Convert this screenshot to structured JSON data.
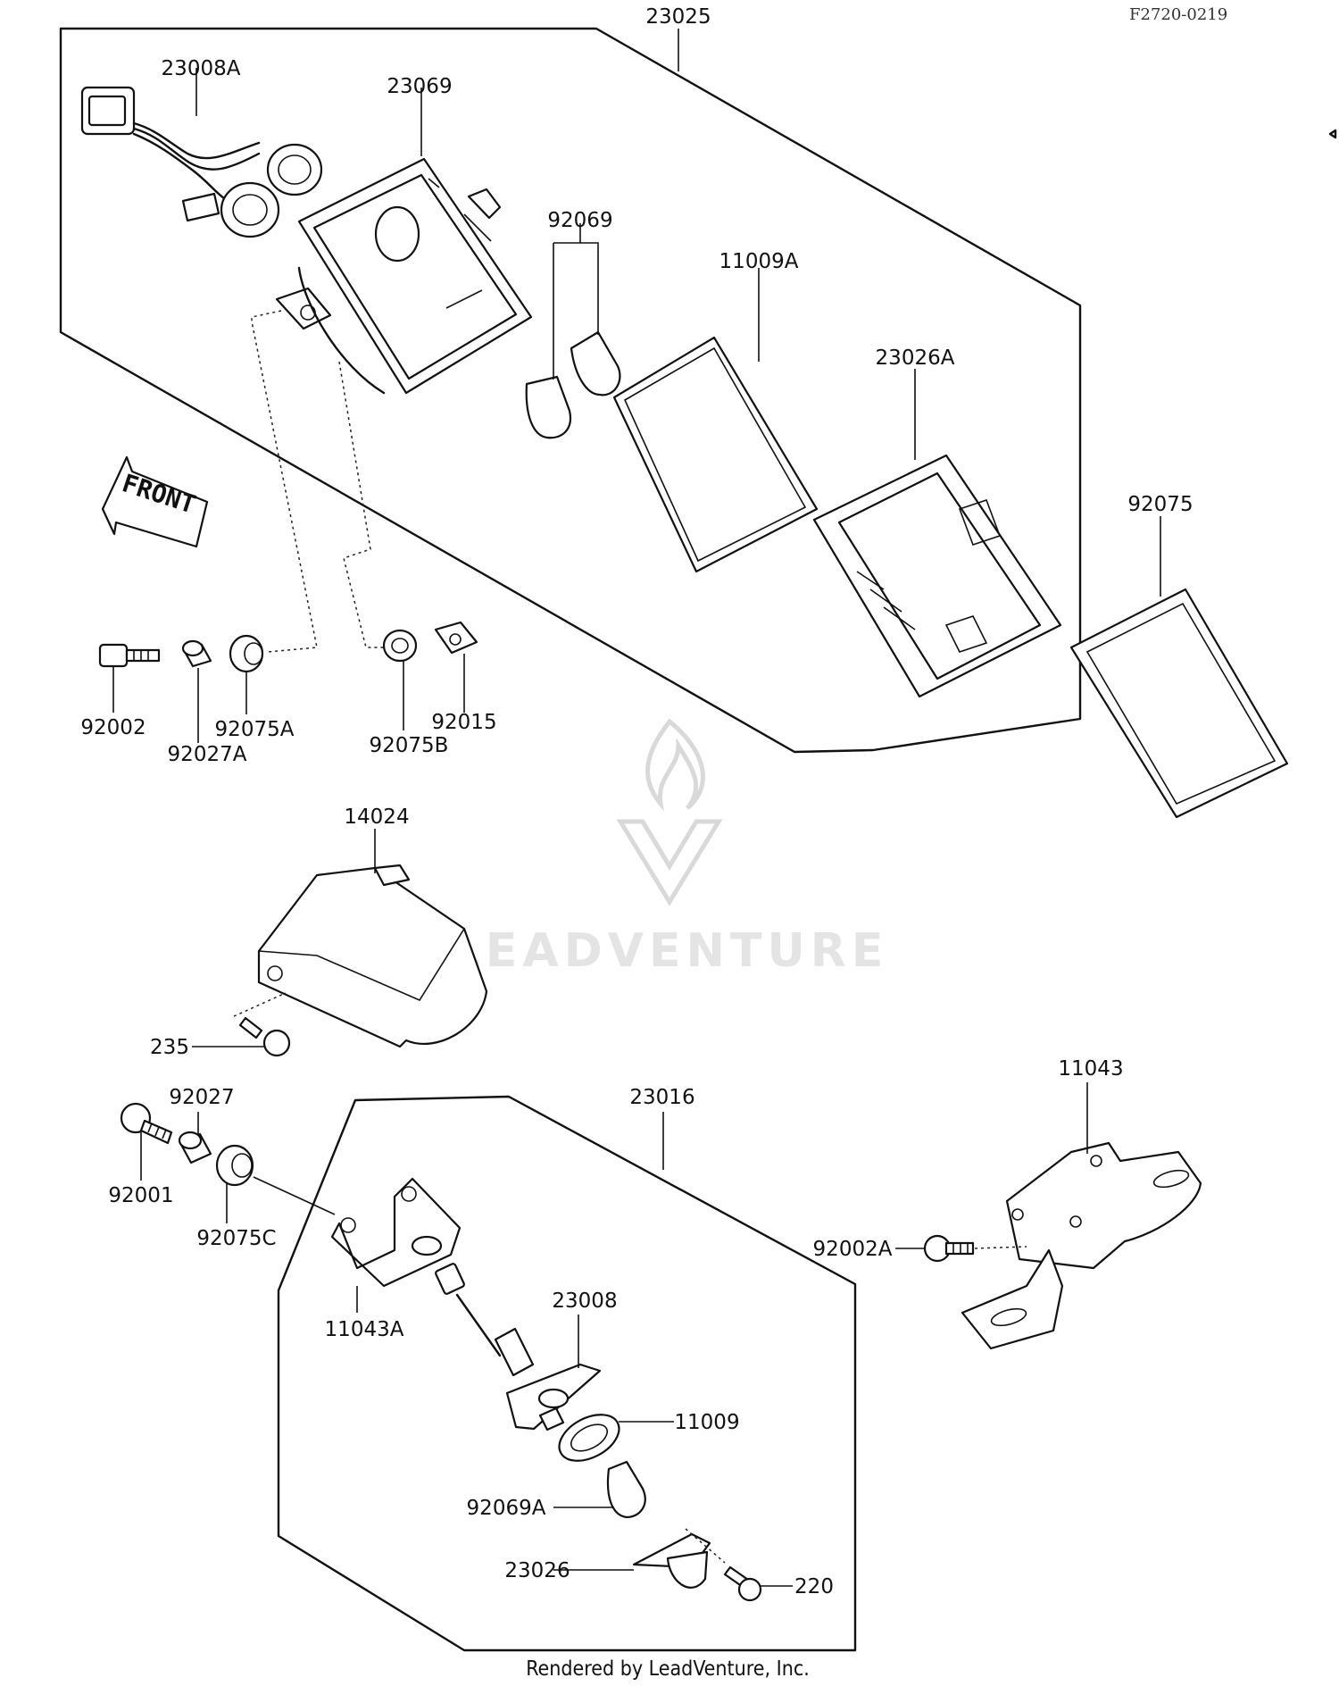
{
  "diagram": {
    "ref_code": "F2720-0219",
    "front_label": "FRONT",
    "footer": "Rendered by LeadVenture, Inc.",
    "watermark": "LEADVENTURE"
  },
  "callouts": {
    "c23025": "23025",
    "c23008A": "23008A",
    "c23069": "23069",
    "c92069": "92069",
    "c11009A": "11009A",
    "c23026A": "23026A",
    "c92075": "92075",
    "c92002": "92002",
    "c92027A": "92027A",
    "c92075A": "92075A",
    "c92075B": "92075B",
    "c92015": "92015",
    "c14024": "14024",
    "c235": "235",
    "c92027": "92027",
    "c92001": "92001",
    "c92075C": "92075C",
    "c23016": "23016",
    "c11043": "11043",
    "c92002A": "92002A",
    "c11043A": "11043A",
    "c23008": "23008",
    "c11009": "11009",
    "c92069A": "92069A",
    "c23026": "23026",
    "c220": "220"
  }
}
